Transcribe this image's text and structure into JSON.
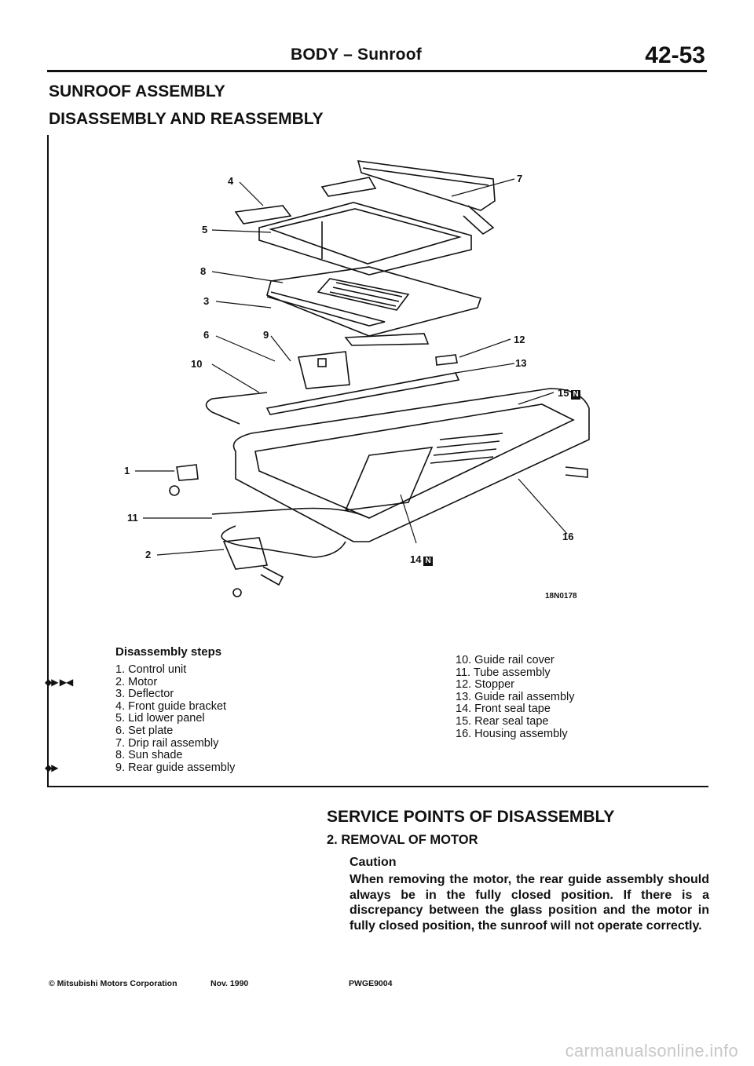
{
  "header": {
    "section": "BODY – Sunroof",
    "page_number": "42-53"
  },
  "title_line1": "SUNROOF ASSEMBLY",
  "title_line2": "DISASSEMBLY AND REASSEMBLY",
  "figure": {
    "code": "18N0178",
    "callouts": [
      "4",
      "5",
      "8",
      "3",
      "6",
      "10",
      "9",
      "12",
      "13",
      "7",
      "15",
      "1",
      "11",
      "2",
      "14",
      "16"
    ],
    "callout_suffix": "N"
  },
  "steps": {
    "title": "Disassembly steps",
    "left": [
      {
        "mark": "",
        "text": "1. Control unit"
      },
      {
        "mark": "◆▶ ▶◀",
        "text": "2. Motor"
      },
      {
        "mark": "",
        "text": "3. Deflector"
      },
      {
        "mark": "",
        "text": "4. Front guide bracket"
      },
      {
        "mark": "",
        "text": "5. Lid lower panel"
      },
      {
        "mark": "",
        "text": "6. Set plate"
      },
      {
        "mark": "",
        "text": "7. Drip rail assembly"
      },
      {
        "mark": "",
        "text": "8. Sun shade"
      },
      {
        "mark": "◆▶",
        "text": "9. Rear guide assembly"
      }
    ],
    "right": [
      "10. Guide rail cover",
      "11. Tube assembly",
      "12. Stopper",
      "13. Guide rail assembly",
      "14. Front seal tape",
      "15. Rear seal tape",
      "16. Housing assembly"
    ]
  },
  "service": {
    "title": "SERVICE POINTS OF DISASSEMBLY",
    "subtitle": "2. REMOVAL OF MOTOR",
    "caution_label": "Caution",
    "caution_text": "When removing the motor, the rear guide assembly should always be in the fully closed position. If there is a discrepancy between the glass position and the motor in fully closed position, the sunroof will not operate correctly."
  },
  "footer": {
    "copyright": "© Mitsubishi Motors Corporation",
    "date": "Nov. 1990",
    "code": "PWGE9004"
  },
  "watermark": "carmanualsonline.info"
}
